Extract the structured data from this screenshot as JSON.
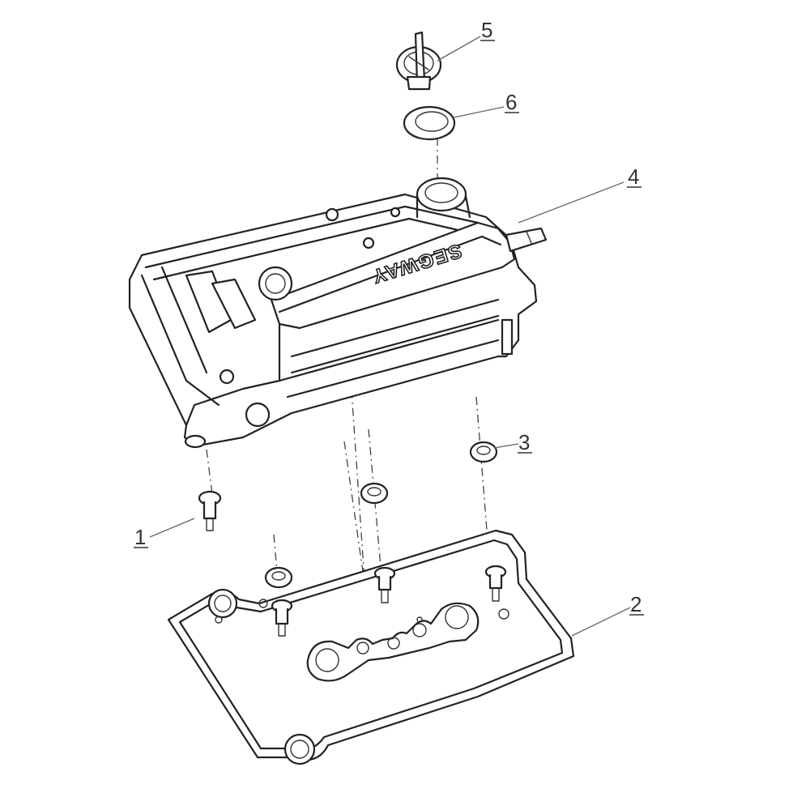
{
  "brand_mark": "SEGWAY",
  "callouts": [
    {
      "id": "1",
      "label": "1",
      "part": "bolt"
    },
    {
      "id": "2",
      "label": "2",
      "part": "gasket"
    },
    {
      "id": "3",
      "label": "3",
      "part": "grommet"
    },
    {
      "id": "4",
      "label": "4",
      "part": "valve-cover"
    },
    {
      "id": "5",
      "label": "5",
      "part": "oil-filler-cap"
    },
    {
      "id": "6",
      "label": "6",
      "part": "o-ring"
    }
  ]
}
